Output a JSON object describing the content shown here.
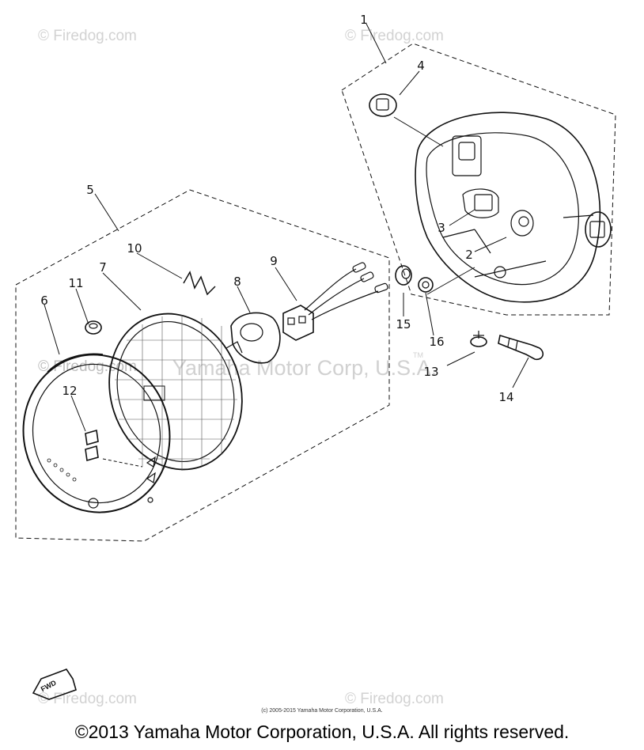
{
  "watermarks": {
    "top_left": "© Firedog.com",
    "top_right": "© Firedog.com",
    "middle_left": "© Firedog.com",
    "middle_big": "Yamaha Motor Corp, U.S.A.",
    "middle_tm": "TM",
    "bottom_left": "© Firedog.com",
    "bottom_right": "© Firedog.com"
  },
  "callouts": [
    "1",
    "2",
    "3",
    "4",
    "5",
    "6",
    "7",
    "8",
    "9",
    "10",
    "11",
    "12",
    "13",
    "14",
    "15",
    "16"
  ],
  "fwd_label": "FWD",
  "small_copyright": "(c) 2005-2015 Yamaha Motor Corporation, U.S.A.",
  "main_copyright": "©2013 Yamaha Motor Corporation, U.S.A. All rights reserved."
}
